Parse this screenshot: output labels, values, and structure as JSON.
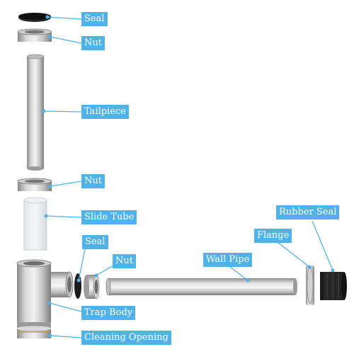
{
  "labels": {
    "seal_top": "Seal",
    "nut_top": "Nut",
    "tailpiece": "Tailpiece",
    "nut_mid": "Nut",
    "slide_tube": "Slide Tube",
    "seal_side": "Seal",
    "nut_side": "Nut",
    "wall_pipe": "Wall Pipe",
    "flange": "Flange",
    "rubber_seal": "Rubber Seal",
    "trap_body": "Trap Body",
    "cleaning_opening": "Cleaning Opening"
  },
  "colors": {
    "label_bg": "#4fb3ea",
    "leader": "#4fb3ea",
    "metal_light": "#d9d9d9",
    "metal_dark": "#8c8c8c",
    "rubber": "#1e1e1e"
  }
}
